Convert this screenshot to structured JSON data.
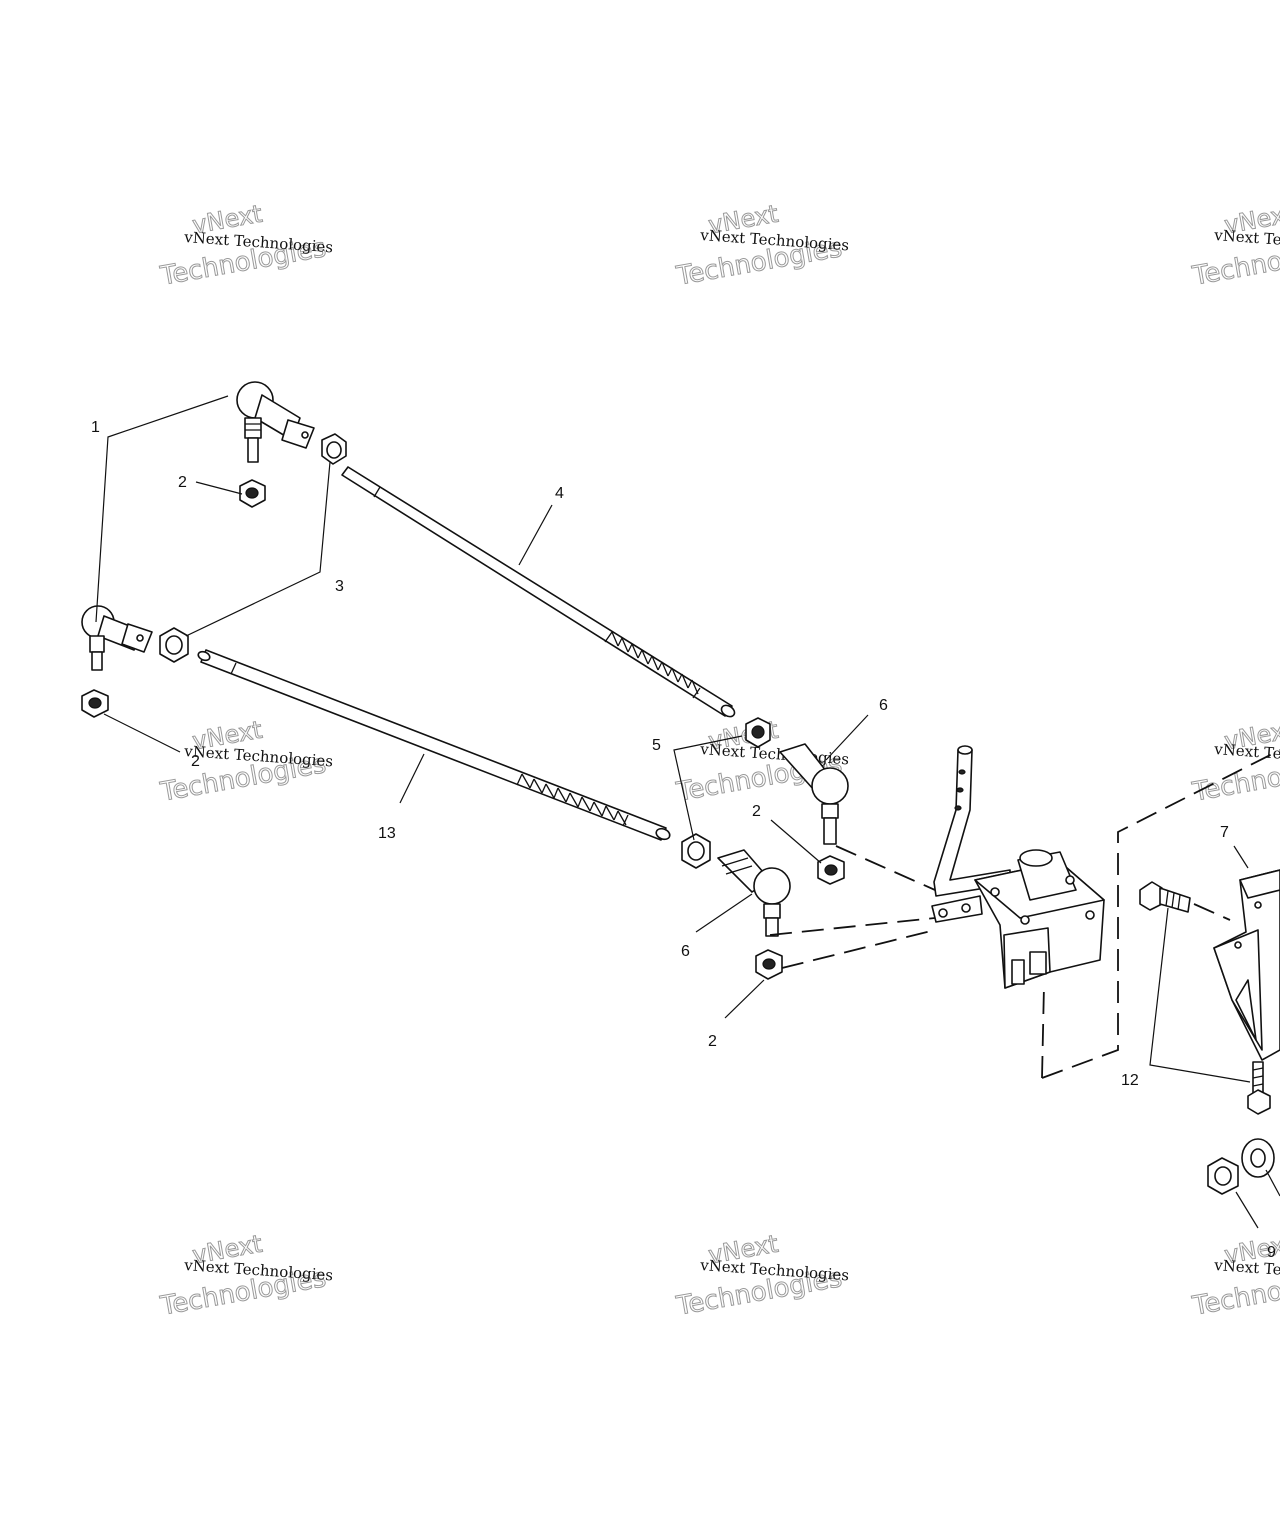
{
  "diagram": {
    "callouts": [
      {
        "id": "c1",
        "text": "1"
      },
      {
        "id": "c2a",
        "text": "2"
      },
      {
        "id": "c2b",
        "text": "2"
      },
      {
        "id": "c2c",
        "text": "2"
      },
      {
        "id": "c2d",
        "text": "2"
      },
      {
        "id": "c3",
        "text": "3"
      },
      {
        "id": "c4",
        "text": "4"
      },
      {
        "id": "c5",
        "text": "5"
      },
      {
        "id": "c6a",
        "text": "6"
      },
      {
        "id": "c6b",
        "text": "6"
      },
      {
        "id": "c7",
        "text": "7"
      },
      {
        "id": "c9",
        "text": "9"
      },
      {
        "id": "c12",
        "text": "12"
      },
      {
        "id": "c13",
        "text": "13"
      }
    ]
  },
  "watermark": {
    "line1": "vNext Technologies",
    "line2": "vNext",
    "line3": "Technologies"
  },
  "colors": {
    "line": "#111111",
    "watermark_outline": "#9a9a9a",
    "background": "#ffffff"
  }
}
